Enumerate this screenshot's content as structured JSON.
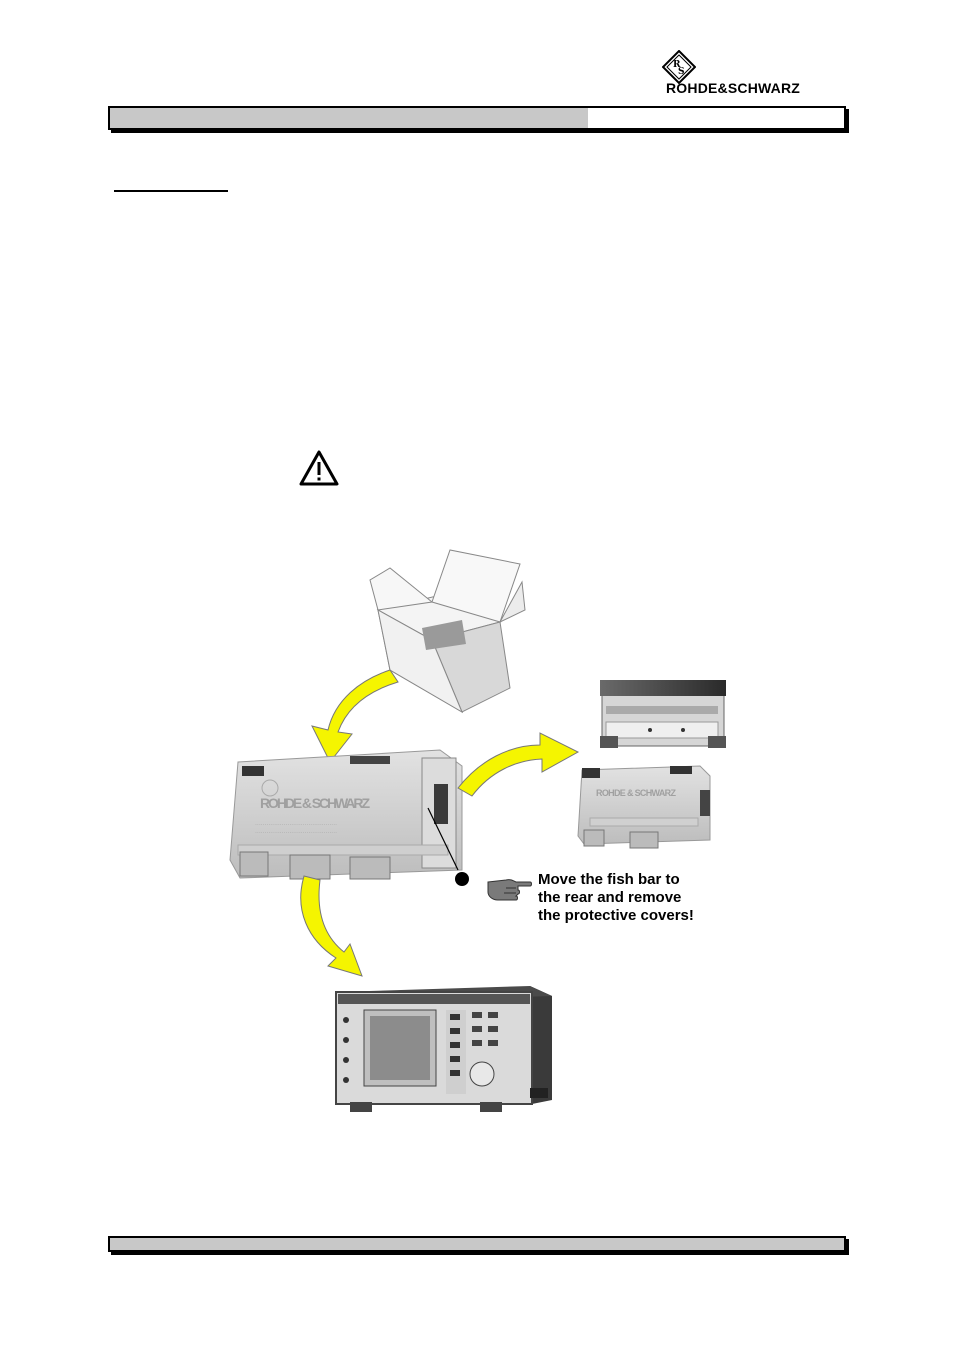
{
  "header": {
    "brand": "ROHDE&SCHWARZ",
    "logo_icon": "rohde-schwarz-logo-icon"
  },
  "warning": {
    "icon": "warning-triangle-icon"
  },
  "figure": {
    "boxes": [
      "shipping-carton",
      "packaged-instrument",
      "protective-cover-top",
      "protective-cover-bottom",
      "instrument-front-panel"
    ],
    "arrow_color": "#f5f500",
    "note_lines": [
      "Move the fish bar to",
      "the rear and remove",
      "the protective covers!"
    ],
    "pointer_icon": "pointing-hand-icon"
  }
}
